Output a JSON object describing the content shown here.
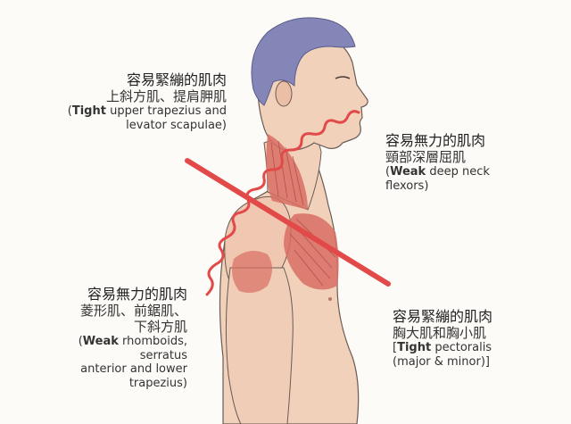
{
  "labels": {
    "top_left": {
      "title": "容易緊繃的肌肉",
      "muscles": "上斜方肌、提肩胛肌",
      "en_prefix": "(",
      "en_bold": "Tight",
      "en_rest_line1": " upper trapezius and",
      "en_line2": "levator scapulae)"
    },
    "top_right": {
      "title": "容易無力的肌肉",
      "muscles": "頸部深層屈肌",
      "en_prefix": "(",
      "en_bold": "Weak",
      "en_rest_line1": " deep neck",
      "en_line2": "flexors)"
    },
    "bottom_left": {
      "title": "容易無力的肌肉",
      "muscles_line1": "菱形肌、前鋸肌、",
      "muscles_line2": "下斜方肌",
      "en_prefix": "(",
      "en_bold": "Weak",
      "en_rest_line1": " rhomboids,",
      "en_line2": "serratus",
      "en_line3": "anterior and lower",
      "en_line4": "trapezius)"
    },
    "bottom_right": {
      "title": "容易緊繃的肌肉",
      "muscles": "胸大肌和胸小肌",
      "en_prefix": "[",
      "en_bold": "Tight",
      "en_rest_line1": " pectoralis",
      "en_line2": "(major & minor)]"
    }
  },
  "colors": {
    "line": "#e24a4a",
    "skin": "#f2d1bb",
    "skin_shade": "#e8b79c",
    "hair": "#8486b8",
    "muscle": "#d96d63",
    "outline": "#6b5a55"
  }
}
